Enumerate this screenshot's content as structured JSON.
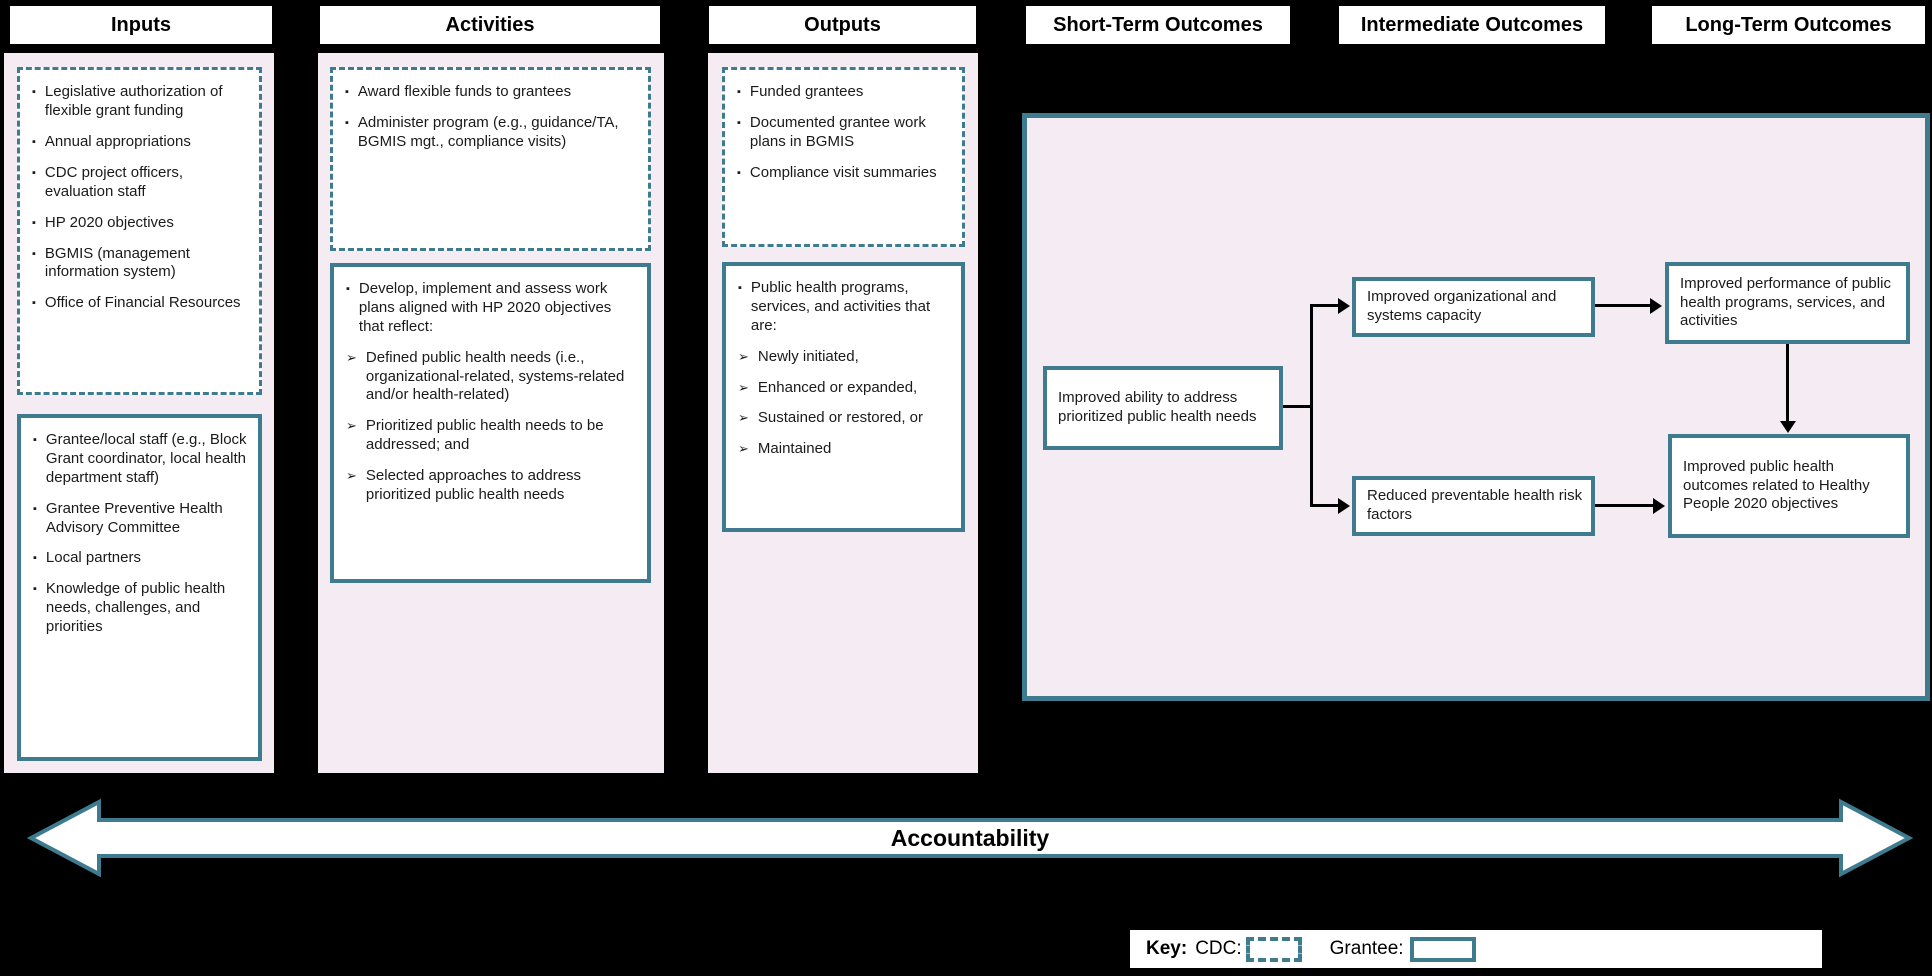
{
  "colors": {
    "background": "#000000",
    "teal": "#3e7b8e",
    "panel_pink": "#f5ebf2",
    "box_white": "#ffffff"
  },
  "bullets": {
    "square": "▪",
    "arrow": "➢"
  },
  "headers": {
    "inputs": "Inputs",
    "activities": "Activities",
    "outputs": "Outputs",
    "short_term": "Short-Term Outcomes",
    "intermediate": "Intermediate Outcomes",
    "long_term": "Long-Term Outcomes"
  },
  "inputs": {
    "cdc_items": [
      "Legislative authorization of flexible grant funding",
      "Annual appropriations",
      "CDC project officers, evaluation staff",
      "HP 2020 objectives",
      "BGMIS (management information system)",
      "Office of Financial Resources"
    ],
    "grantee_items": [
      "Grantee/local staff (e.g., Block Grant coordinator, local health department staff)",
      "Grantee Preventive Health Advisory Committee",
      "Local partners",
      "Knowledge of public health needs, challenges, and priorities"
    ]
  },
  "activities": {
    "cdc_items": [
      "Award flexible funds to grantees",
      "Administer program (e.g., guidance/TA, BGMIS mgt., compliance visits)"
    ],
    "grantee": {
      "lead": "Develop, implement and assess work plans aligned with HP 2020 objectives that reflect:",
      "sub_items": [
        "Defined public health needs (i.e., organizational-related, systems-related and/or health-related)",
        "Prioritized public health needs to be addressed; and",
        "Selected approaches to address prioritized public health needs"
      ]
    }
  },
  "outputs": {
    "cdc_items": [
      "Funded grantees",
      "Documented grantee work plans in BGMIS",
      "Compliance visit summaries"
    ],
    "grantee": {
      "lead": "Public health programs, services, and activities that are:",
      "sub_items": [
        "Newly initiated,",
        "Enhanced or expanded,",
        "Sustained or restored, or",
        "Maintained"
      ]
    }
  },
  "outcomes": {
    "short_term": "Improved ability to address prioritized public health needs",
    "intermediate_1": "Improved organizational and systems capacity",
    "intermediate_2": "Reduced preventable health risk factors",
    "long_term_1": "Improved performance of public health programs, services, and activities",
    "long_term_2": "Improved public health outcomes related to Healthy People 2020 objectives"
  },
  "accountability_label": "Accountability",
  "key": {
    "label": "Key:",
    "cdc_label": "CDC:",
    "grantee_label": "Grantee:"
  }
}
